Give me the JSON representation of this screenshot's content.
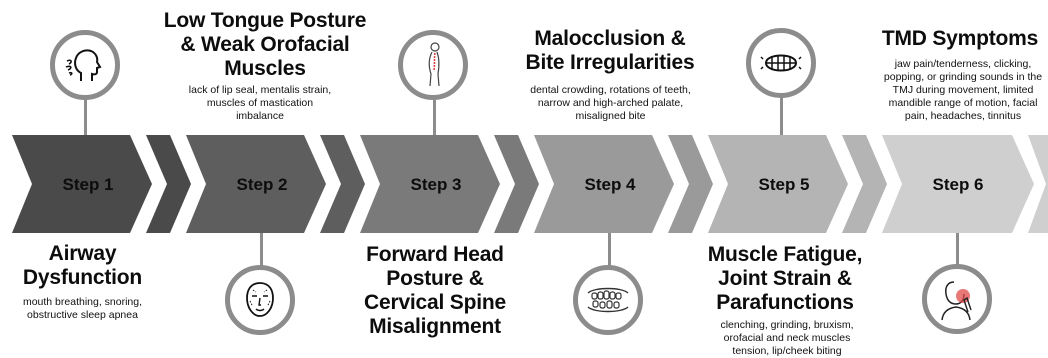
{
  "colors": {
    "step1": "#4a4a4a",
    "step2": "#5e5e5e",
    "step3": "#7a7a7a",
    "step4": "#9a9a9a",
    "step5": "#b4b4b4",
    "step6": "#cfcfcf",
    "connector": "#8c8c8c"
  },
  "steps": [
    {
      "label": "Step 1",
      "icon": "breathing-head-icon",
      "title": "Airway Dysfunction",
      "desc": "mouth breathing, snoring, obstructive sleep apnea"
    },
    {
      "label": "Step 2",
      "icon": "face-muscles-icon",
      "title": "Low Tongue Posture & Weak Orofacial Muscles",
      "desc": "lack of lip seal, mentalis strain, muscles of mastication imbalance"
    },
    {
      "label": "Step 3",
      "icon": "spine-posture-icon",
      "title": "Forward Head Posture & Cervical Spine Misalignment",
      "desc": ""
    },
    {
      "label": "Step 4",
      "icon": "teeth-crowding-icon",
      "title": "Malocclusion & Bite Irregularities",
      "desc": "dental crowding, rotations of teeth, narrow and high-arched palate, misaligned bite"
    },
    {
      "label": "Step 5",
      "icon": "clenched-teeth-icon",
      "title": "Muscle Fatigue, Joint Strain & Parafunctions",
      "desc": "clenching, grinding, bruxism, orofacial and neck muscles tension, lip/cheek biting"
    },
    {
      "label": "Step 6",
      "icon": "jaw-pain-icon",
      "title": "TMD Symptoms",
      "desc": "jaw pain/tenderness, clicking, popping, or grinding sounds in the TMJ during movement, limited mandible range of motion, facial pain, headaches, tinnitus"
    }
  ]
}
